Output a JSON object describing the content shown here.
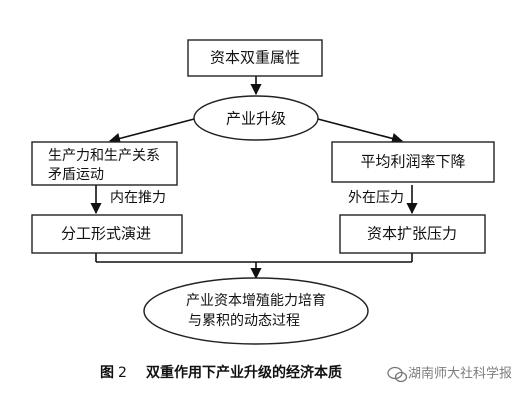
{
  "nodes": {
    "top": "资本双重属性",
    "industry_upgrade": "产业升级",
    "contradiction_line1": "生产力和生产关系",
    "contradiction_line2": "矛盾运动",
    "profit_rate": "平均利润率下降",
    "division_of_labor": "分工形式演进",
    "capital_expansion": "资本扩张压力",
    "result_line1": "产业资本增殖能力培育",
    "result_line2": "与累积的动态过程"
  },
  "edge_labels": {
    "internal_force": "内在推力",
    "external_pressure": "外在压力"
  },
  "caption": {
    "figure_label": "图",
    "figure_number": "2",
    "title": "双重作用下产业升级的经济本质"
  },
  "watermark": {
    "text": "湖南师大社科学报",
    "icon": "wechat-icon"
  }
}
